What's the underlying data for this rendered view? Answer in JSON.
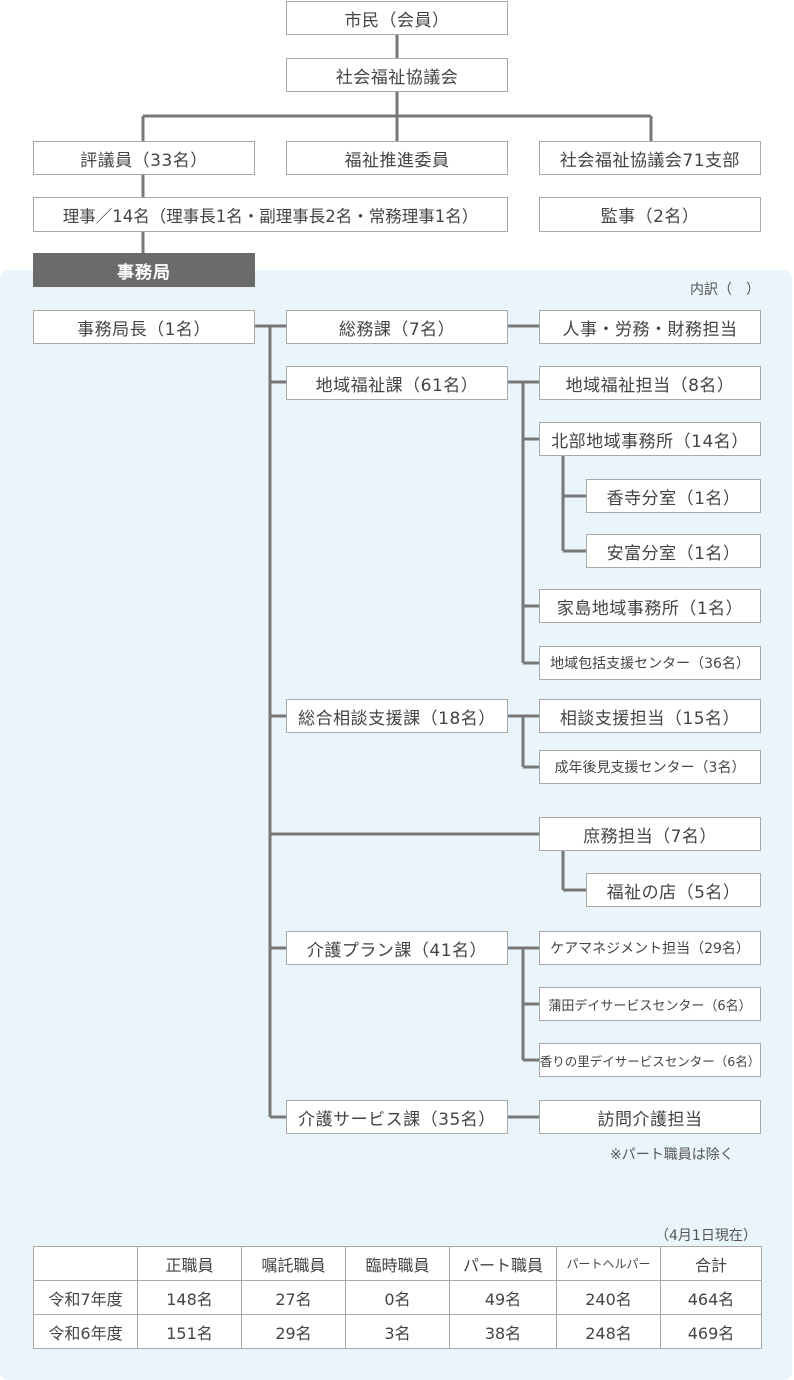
{
  "top": {
    "citizens": "市民（会員）",
    "council": "社会福祉協議会"
  },
  "level2": {
    "councilors": "評議員（33名）",
    "promoters": "福祉推進委員",
    "branches": "社会福祉協議会71支部",
    "directors": "理事／14名（理事長1名・副理事長2名・常務理事1名）",
    "auditors": "監事（2名）"
  },
  "secretariat": {
    "header": "事務局",
    "breakdown_note": "内訳（　）",
    "head": "事務局長（1名）"
  },
  "divisions": {
    "general_affairs": {
      "name": "総務課（7名）",
      "units": [
        "人事・労務・財務担当"
      ]
    },
    "community_welfare": {
      "name": "地域福祉課（61名）",
      "units": [
        "地域福祉担当（8名）",
        "北部地域事務所（14名）",
        "香寺分室（1名）",
        "安富分室（1名）",
        "家島地域事務所（1名）",
        "地域包括支援センター（36名）"
      ]
    },
    "consultation_support": {
      "name": "総合相談支援課（18名）",
      "units": [
        "相談支援担当（15名）",
        "成年後見支援センター（3名）"
      ]
    },
    "general_services": {
      "units": [
        "庶務担当（7名）",
        "福祉の店（5名）"
      ]
    },
    "care_plan": {
      "name": "介護プラン課（41名）",
      "units": [
        "ケアマネジメント担当（29名）",
        "蒲田デイサービスセンター（6名）",
        "香りの里デイサービスセンター（6名）"
      ]
    },
    "care_service": {
      "name": "介護サービス課（35名）",
      "units": [
        "訪問介護担当"
      ]
    }
  },
  "footnote": "※パート職員は除く",
  "staff_table": {
    "as_of": "（4月1日現在）",
    "headers": [
      "",
      "正職員",
      "嘱託職員",
      "臨時職員",
      "パート職員",
      "パートヘルパー",
      "合計"
    ],
    "rows": [
      [
        "令和7年度",
        "148名",
        "27名",
        "0名",
        "49名",
        "240名",
        "464名"
      ],
      [
        "令和6年度",
        "151名",
        "29名",
        "3名",
        "38名",
        "248名",
        "469名"
      ]
    ]
  },
  "colors": {
    "panel_background": "#eaf4fb",
    "box_border": "#a8a8a8",
    "connector": "#777777",
    "header_dark": "#6b6b6b"
  }
}
